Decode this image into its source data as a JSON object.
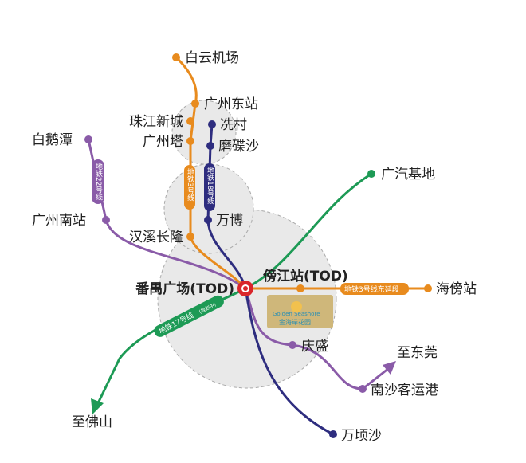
{
  "colors": {
    "line3": "#e88b1e",
    "line18": "#2e2d7f",
    "line22": "#8a5ba8",
    "line17": "#1d9a55",
    "hub": "#d9262c",
    "zone": "#e6e6e6"
  },
  "stations": {
    "baiyun": "白云机场",
    "gzdong": "广州东站",
    "zhujiang": "珠江新城",
    "gzta": "广州塔",
    "xiancun": "冼村",
    "modiesha": "磨碟沙",
    "baietan": "白鹅潭",
    "gznan": "广州南站",
    "hanxi": "汉溪长隆",
    "wanbo": "万博",
    "guangqi": "广汽基地",
    "panyu": "番禺广场(TOD)",
    "bangjiang": "傍江站(TOD)",
    "haibang": "海傍站",
    "qingsheng": "庆盛",
    "dongguan": "至东莞",
    "nansha": "南沙客运港",
    "foshan": "至佛山",
    "wanqingsha": "万顷沙"
  },
  "line_labels": {
    "l3": "地铁3号线",
    "l18": "地铁18号线",
    "l22": "地铁22号线",
    "l17": "地铁17号线",
    "l17_note": "(规划中)",
    "l3ext": "地铁3号线东延段"
  },
  "logo": {
    "en": "Golden Seashore",
    "cn": "金海岸花园"
  }
}
